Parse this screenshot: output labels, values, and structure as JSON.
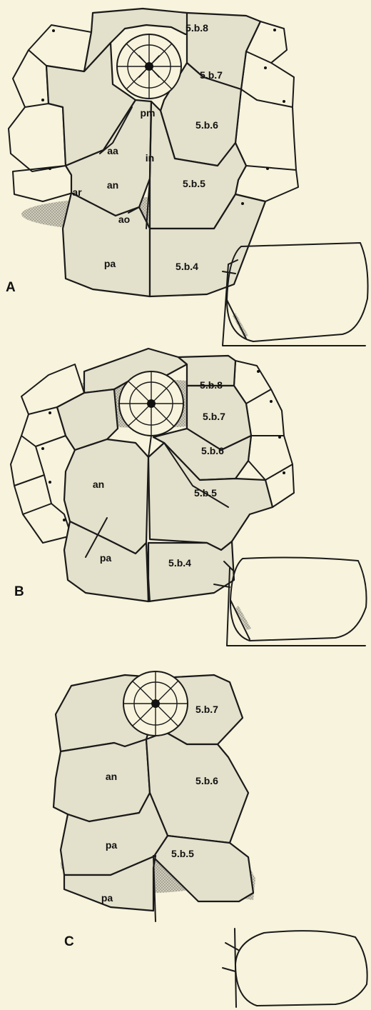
{
  "panels": [
    {
      "letter": "A",
      "labels": {
        "p5b8": "5.b.8",
        "p5b7": "5.b.7",
        "p5b6": "5.b.6",
        "p5b5": "5.b.5",
        "p5b4": "5.b.4",
        "pm": "pm",
        "aa": "aa",
        "in": "in",
        "an": "an",
        "ar": "ar",
        "ao": "ao",
        "pa": "pa"
      }
    },
    {
      "letter": "B",
      "labels": {
        "p5b8": "5.b.8",
        "p5b7": "5.b.7",
        "p5b6": "5.b.6",
        "p5b5": "5.b.5",
        "p5b4": "5.b.4",
        "an": "an",
        "pa": "pa"
      }
    },
    {
      "letter": "C",
      "labels": {
        "p5b7": "5.b.7",
        "p5b6": "5.b.6",
        "p5b5": "5.b.5",
        "an": "an",
        "pa1": "pa",
        "pa2": "pa"
      }
    }
  ],
  "colors": {
    "background": "#f7f3dc",
    "plate_fill": "#e3e0cb",
    "outline": "#1a1a1a",
    "stipple": "#8d8a80"
  }
}
